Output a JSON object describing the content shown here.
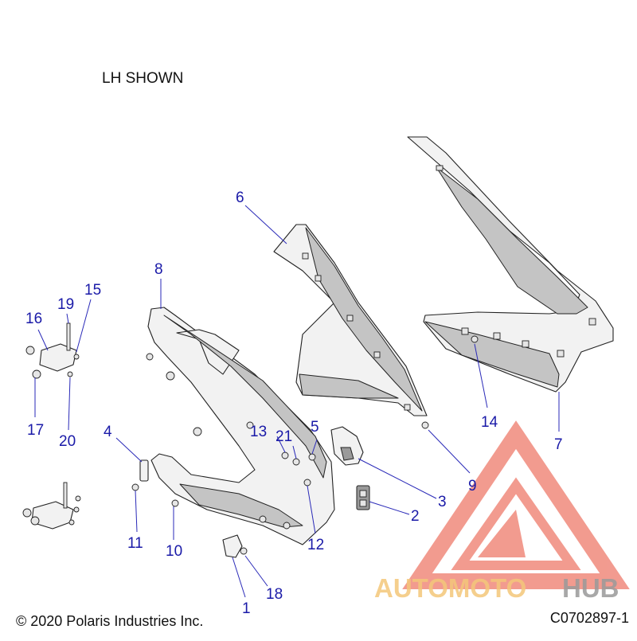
{
  "header": {
    "note": "LH SHOWN"
  },
  "footer": {
    "copyright": "© 2020 Polaris Industries Inc.",
    "drawing_number": "C0702897-1"
  },
  "watermark": {
    "text_left": "AUTOMOTO",
    "text_right": "HUB",
    "color_primary": "#f08a7c",
    "color_secondary": "#f4c77a",
    "color_text_right": "#9a9a9a"
  },
  "callouts": [
    "1",
    "2",
    "3",
    "4",
    "6",
    "7",
    "8",
    "9",
    "10",
    "11",
    "12",
    "13",
    "14",
    "15",
    "16",
    "17",
    "18",
    "19",
    "20",
    "21",
    "5"
  ],
  "colors": {
    "callout": "#1a1aa8",
    "line": "#222222"
  }
}
